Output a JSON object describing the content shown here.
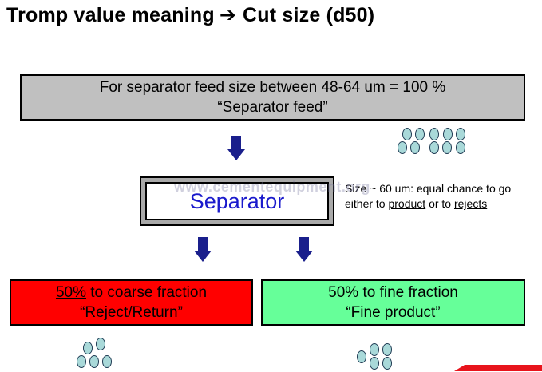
{
  "title": {
    "left": "Tromp value meaning",
    "arrow": "➔",
    "right": "Cut size (d50)"
  },
  "feed": {
    "line1": "For separator feed size between 48-64 um = 100 %",
    "line2": "“Separator feed”"
  },
  "separator": {
    "label": "Separator",
    "watermark": "www.cementequipment.org"
  },
  "size_note": {
    "line1": "Size ~ 60 um: equal chance to go",
    "pre": "either to ",
    "product": "product",
    "mid": " or to ",
    "rejects": "rejects"
  },
  "coarse": {
    "percent": "50%",
    "rest": " to coarse fraction",
    "line2": "“Reject/Return”"
  },
  "fine": {
    "line1": "50% to fine fraction",
    "line2": "“Fine product”"
  },
  "colors": {
    "feed_box": "#c0c0c0",
    "coarse_box": "#ff0000",
    "fine_box": "#66ff99",
    "separator_text": "#1a1acc",
    "arrow": "#1a1f8c",
    "particle_fill": "#a9d9d9"
  },
  "icons": {
    "down_arrow": "down-arrow-icon",
    "particle": "particle-icon"
  }
}
